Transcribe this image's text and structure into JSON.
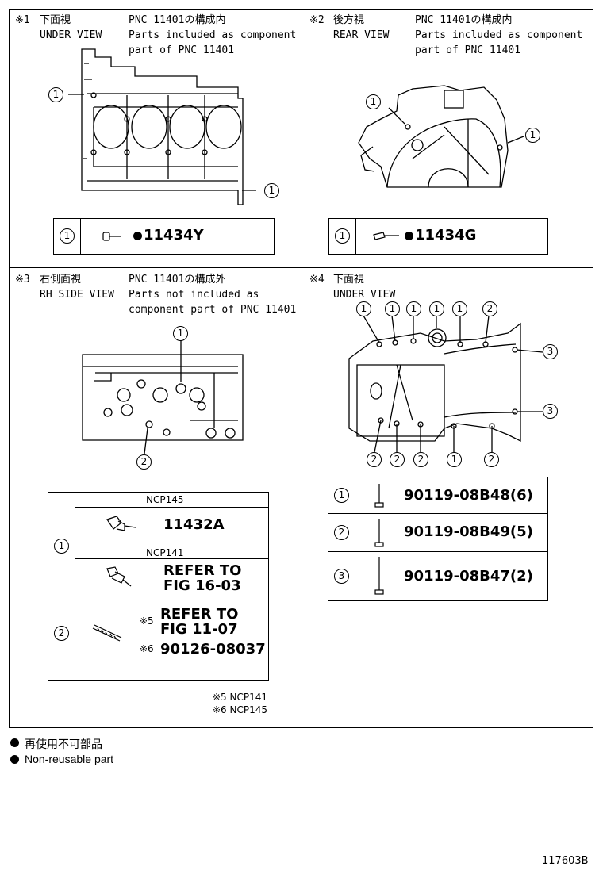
{
  "panels": {
    "p1": {
      "mark": "※1",
      "title_jp": "下面視",
      "title_en": "UNDER VIEW",
      "note_jp": "PNC 11401の構成内",
      "note_en_1": "Parts included as component",
      "note_en_2": "part of PNC 11401",
      "callout": "1",
      "table": {
        "num": "1",
        "part": "11434Y"
      }
    },
    "p2": {
      "mark": "※2",
      "title_jp": "後方視",
      "title_en": "REAR VIEW",
      "note_jp": "PNC 11401の構成内",
      "note_en_1": "Parts included as component",
      "note_en_2": "part of PNC 11401",
      "callout": "1",
      "table": {
        "num": "1",
        "part": "11434G"
      }
    },
    "p3": {
      "mark": "※3",
      "title_jp": "右側面視",
      "title_en": "RH SIDE VIEW",
      "note_jp": "PNC 11401の構成外",
      "note_en_1": "Parts not included as",
      "note_en_2": "component part of PNC 11401",
      "callout1": "1",
      "callout2": "2",
      "table": {
        "row1_num": "1",
        "ncp145": "NCP145",
        "part_a": "11432A",
        "ncp141": "NCP141",
        "refer1_l1": "REFER TO",
        "refer1_l2": "FIG 16-03",
        "row2_num": "2",
        "mark5": "※5",
        "refer2_l1": "REFER TO",
        "refer2_l2": "FIG 11-07",
        "mark6": "※6",
        "part_b": "90126-08037"
      },
      "foot1": "※5 NCP141",
      "foot2": "※6 NCP145"
    },
    "p4": {
      "mark": "※4",
      "title_jp": "下面視",
      "title_en": "UNDER VIEW",
      "callout1": "1",
      "callout2": "2",
      "callout3": "3",
      "table": [
        {
          "num": "1",
          "part": "90119-08B48(6)"
        },
        {
          "num": "2",
          "part": "90119-08B49(5)"
        },
        {
          "num": "3",
          "part": "90119-08B47(2)"
        }
      ]
    }
  },
  "legend": {
    "jp": "再使用不可部品",
    "en": "Non-reusable part"
  },
  "figure_number": "117603B"
}
